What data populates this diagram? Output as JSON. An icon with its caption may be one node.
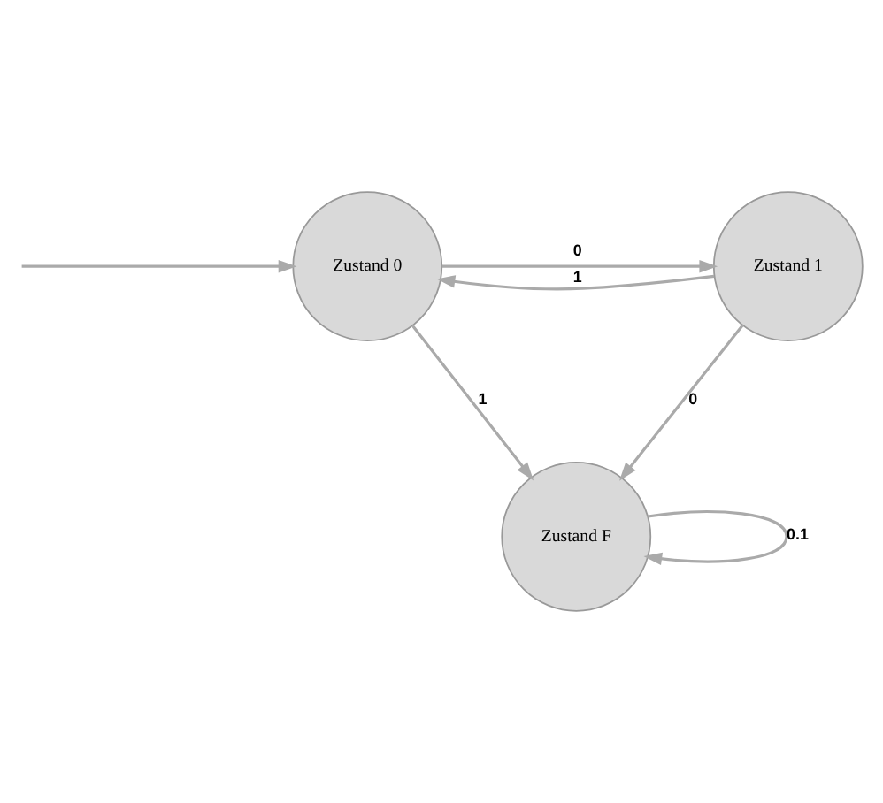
{
  "diagram": {
    "nodes": [
      {
        "text": [
          "Zustand 0"
        ]
      },
      {
        "text": [
          "Zustand 1"
        ]
      },
      {
        "text": [
          "Zustand F"
        ]
      }
    ],
    "edges": [
      {
        "from": null,
        "to": 0,
        "arrow": "to"
      },
      {
        "from": 0,
        "to": 1,
        "arrow": "to",
        "label": "0"
      },
      {
        "from": 1,
        "to": 0,
        "arrow": "to",
        "label": "1"
      },
      {
        "from": 0,
        "to": 2,
        "arrow": "to",
        "label": "1"
      },
      {
        "from": 1,
        "to": 2,
        "arrow": "to",
        "label": "0"
      },
      {
        "from": 2,
        "to": 2,
        "arrow": "to",
        "label": "0.1"
      }
    ]
  }
}
